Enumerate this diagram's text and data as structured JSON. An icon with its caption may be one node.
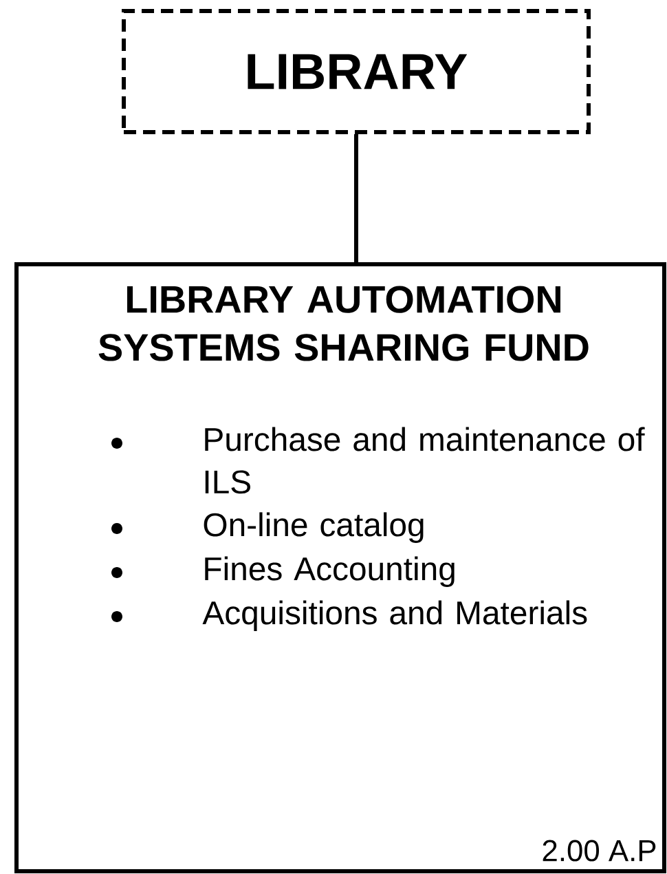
{
  "diagram": {
    "nodes": [
      {
        "text": [
          "LIBRARY"
        ]
      },
      {
        "text": [
          "LIBRARY AUTOMATION SYSTEMS SHARING FUND",
          "Purchase and maintenance of ILS",
          "On-line catalog",
          "Fines Accounting",
          "Acquisitions and Materials",
          "2.00 A.P"
        ]
      }
    ],
    "edges": [
      {
        "from": 0,
        "to": 1,
        "arrow": "none"
      }
    ]
  }
}
